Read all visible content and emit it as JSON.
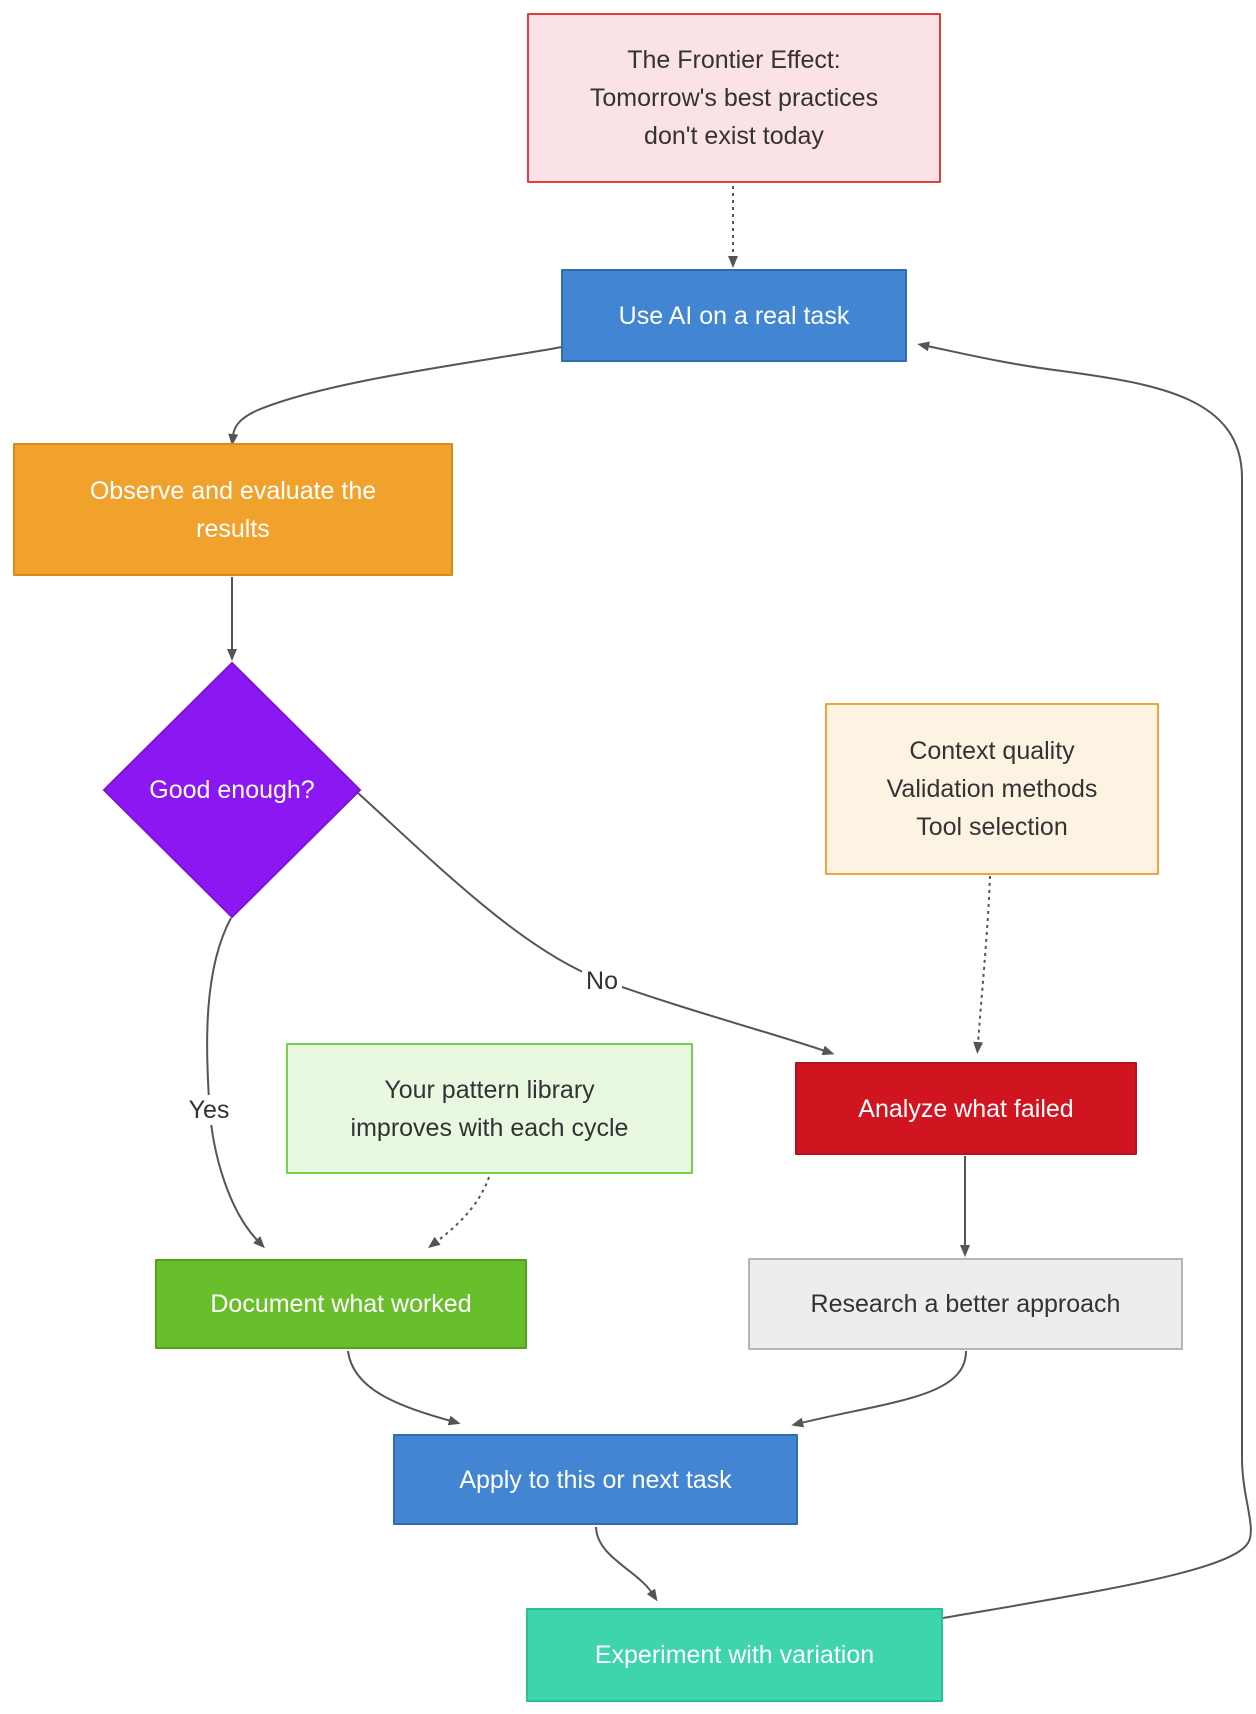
{
  "colors": {
    "background": "#ffffff",
    "edge": "#555555"
  },
  "nodes": {
    "frontier": {
      "lines": [
        "The Frontier Effect:",
        "Tomorrow's best practices",
        "don't exist today"
      ],
      "fill": "#fbe2e7",
      "border": "#e23c3c",
      "text_color": "#333333"
    },
    "use_ai": {
      "label": "Use AI on a real task",
      "fill": "#4285d2",
      "border": "#2e6daf",
      "text_color": "#ffffff"
    },
    "observe": {
      "lines": [
        "Observe and evaluate the",
        "results"
      ],
      "fill": "#f0a22d",
      "border": "#db8a17",
      "text_color": "#ffffff"
    },
    "good_enough": {
      "label": "Good enough?",
      "fill": "#8b17f2",
      "border": "#7d12d9",
      "text_color": "#ffffff"
    },
    "context": {
      "lines": [
        "Context quality",
        "Validation methods",
        "Tool selection"
      ],
      "fill": "#fdf3e2",
      "border": "#f0a53c",
      "text_color": "#333333"
    },
    "analyze": {
      "label": "Analyze what failed",
      "fill": "#d01420",
      "border": "#b01220",
      "text_color": "#ffffff"
    },
    "pattern": {
      "lines": [
        "Your pattern library",
        "improves with each cycle"
      ],
      "fill": "#e8f8e1",
      "border": "#74d347",
      "text_color": "#333333"
    },
    "document": {
      "label": "Document what worked",
      "fill": "#68bf2b",
      "border": "#54a11d",
      "text_color": "#ffffff"
    },
    "research": {
      "label": "Research a better approach",
      "fill": "#ededed",
      "border": "#b5b5b5",
      "text_color": "#333333"
    },
    "apply": {
      "label": "Apply to this or next task",
      "fill": "#4285d2",
      "border": "#2e6daf",
      "text_color": "#ffffff"
    },
    "experiment": {
      "label": "Experiment with variation",
      "fill": "#3ed4ac",
      "border": "#2abf97",
      "text_color": "#ffffff"
    }
  },
  "edge_labels": {
    "yes": "Yes",
    "no": "No"
  },
  "edges": [
    {
      "from": "frontier",
      "to": "use_ai",
      "style": "dotted"
    },
    {
      "from": "use_ai",
      "to": "observe",
      "style": "solid"
    },
    {
      "from": "observe",
      "to": "good_enough",
      "style": "solid"
    },
    {
      "from": "good_enough",
      "to": "analyze",
      "style": "solid",
      "label": "No"
    },
    {
      "from": "good_enough",
      "to": "document",
      "style": "solid",
      "label": "Yes"
    },
    {
      "from": "context",
      "to": "analyze",
      "style": "dotted"
    },
    {
      "from": "pattern",
      "to": "document",
      "style": "dotted"
    },
    {
      "from": "analyze",
      "to": "research",
      "style": "solid"
    },
    {
      "from": "document",
      "to": "apply",
      "style": "solid"
    },
    {
      "from": "research",
      "to": "apply",
      "style": "solid"
    },
    {
      "from": "apply",
      "to": "experiment",
      "style": "solid"
    },
    {
      "from": "experiment",
      "to": "use_ai",
      "style": "solid"
    }
  ]
}
